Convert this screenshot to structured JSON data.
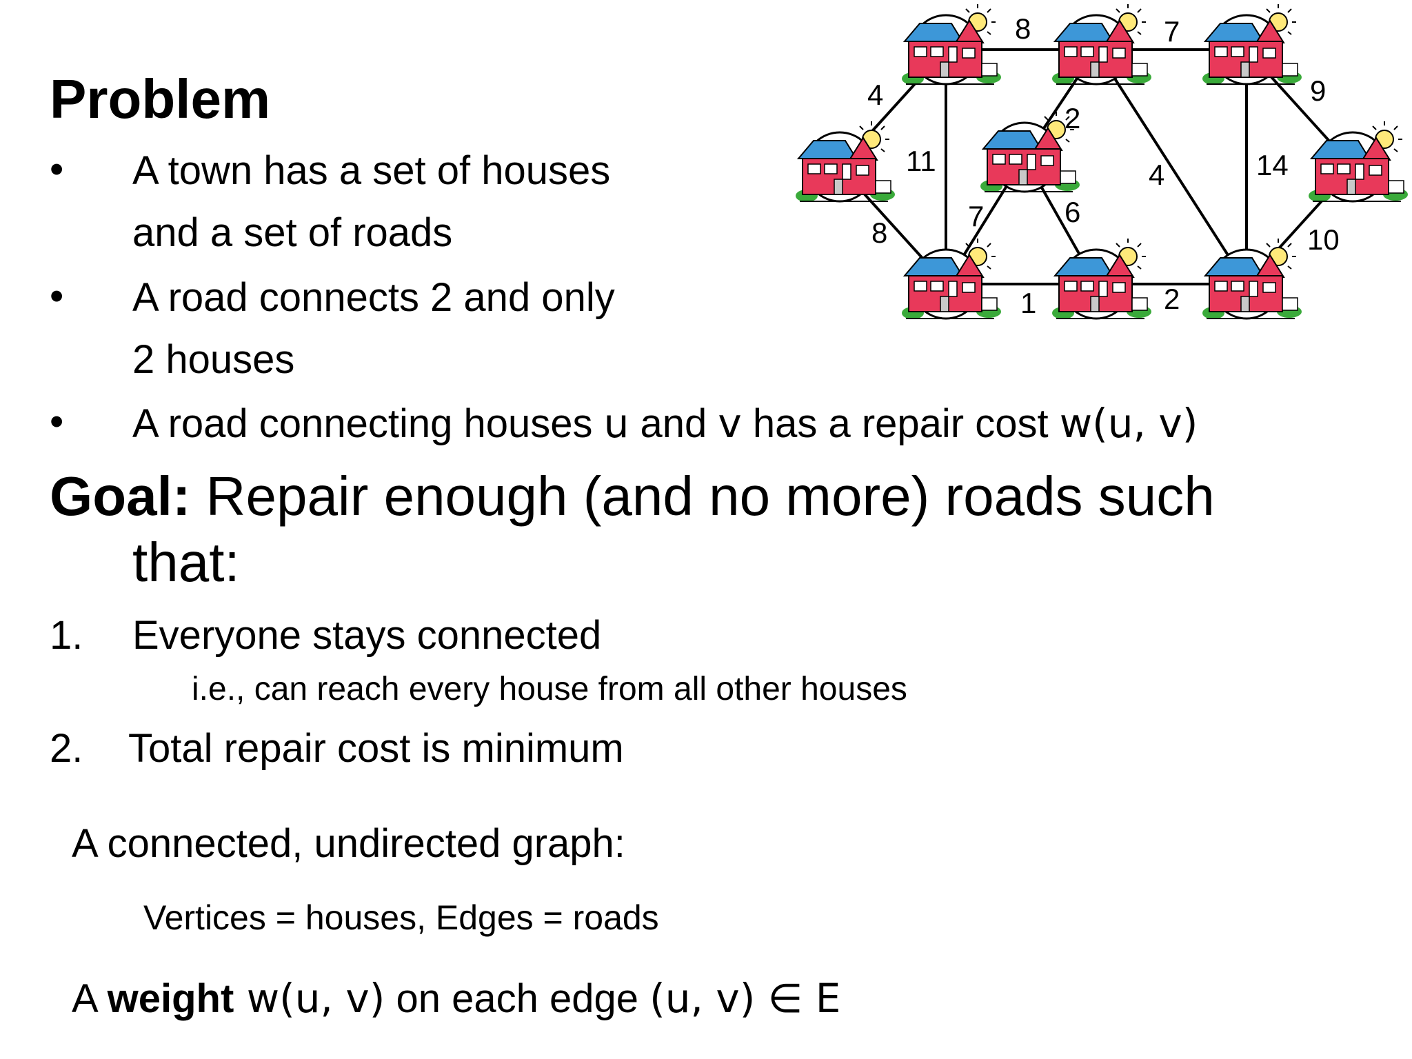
{
  "title": "Problem",
  "bullets": [
    {
      "marker": "•",
      "lines": [
        "A town has a set of houses",
        "and a set of roads"
      ]
    },
    {
      "marker": "•",
      "lines": [
        "A road connects 2 and only",
        "2 houses"
      ]
    },
    {
      "marker": "•",
      "text_before": "A road connecting houses ",
      "u": "u",
      "mid1": " and ",
      "v": "v",
      "mid2": " has a repair cost ",
      "cost": "w(u, v)"
    }
  ],
  "goal": {
    "label": "Goal:",
    "text": " Repair enough (and no more) roads such",
    "text2": "that:"
  },
  "criteria": [
    {
      "num": "1.",
      "text": "Everyone stays connected",
      "note": "i.e., can reach every house from all other houses"
    },
    {
      "num": "2.",
      "text": "Total repair cost is minimum"
    }
  ],
  "graph_def": {
    "line1": "A connected, undirected graph:",
    "line2": "Vertices = houses, Edges = roads",
    "weight_prefix": "A ",
    "weight_bold": "weight",
    "weight_expr": " w(u, v)",
    "weight_mid": " on each edge ",
    "weight_edge": "(u, v) ∈ E"
  },
  "graph": {
    "edge_weights": [
      "8",
      "7",
      "4",
      "9",
      "11",
      "2",
      "4",
      "14",
      "7",
      "6",
      "8",
      "10",
      "1",
      "2"
    ]
  }
}
